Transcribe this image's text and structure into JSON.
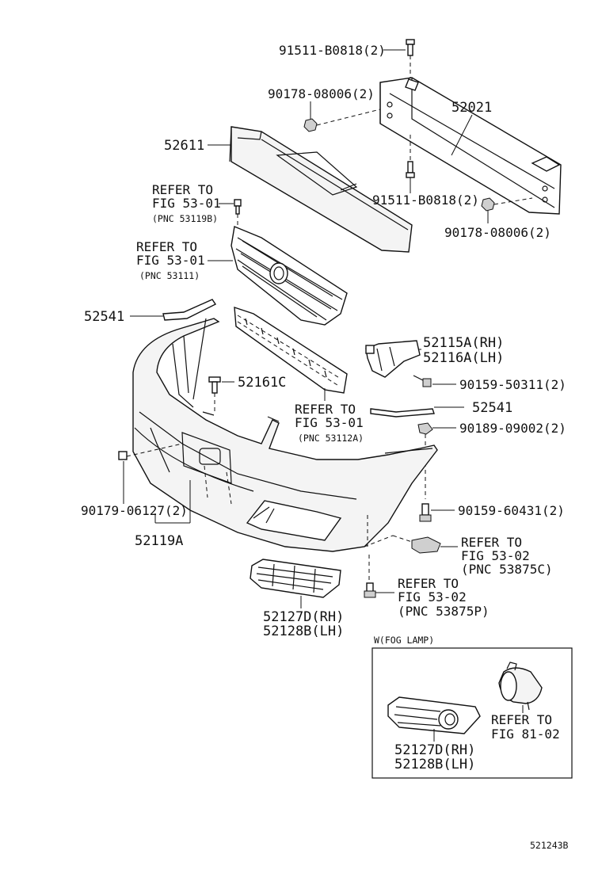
{
  "labels": {
    "bolt_top": "91511-B0818(2)",
    "nut_top": "90178-08006(2)",
    "reinforcement": "52021",
    "absorber": "52611",
    "refer_1_line1": "REFER TO",
    "refer_1_line2": "FIG 53-01",
    "refer_1_pnc": "(PNC 53119B)",
    "refer_2_line1": "REFER TO",
    "refer_2_line2": "FIG 53-01",
    "refer_2_pnc": "(PNC 53111)",
    "bolt_mid": "91511-B0818(2)",
    "nut_mid": "90178-08006(2)",
    "molding_left": "52541",
    "bracket_rh": "52115A(RH)",
    "bracket_lh": "52116A(LH)",
    "clip_center": "52161C",
    "screw_bracket": "90159-50311(2)",
    "refer_3_line1": "REFER TO",
    "refer_3_line2": "FIG 53-01",
    "refer_3_pnc": "(PNC 53112A)",
    "molding_right": "52541",
    "clip_right": "90189-09002(2)",
    "nut_left": "90179-06127(2)",
    "bumper_cover": "52119A",
    "screw_lower": "90159-60431(2)",
    "refer_4_line1": "REFER TO",
    "refer_4_line2": "FIG 53-02",
    "refer_4_pnc": "(PNC 53875C)",
    "refer_5_line1": "REFER TO",
    "refer_5_line2": "FIG 53-02",
    "refer_5_pnc": "(PNC 53875P)",
    "cover_rh": "52127D(RH)",
    "cover_lh": "52128B(LH)",
    "inset_title": "W(FOG LAMP)",
    "inset_refer_line1": "REFER TO",
    "inset_refer_line2": "FIG 81-02",
    "inset_cover_rh": "52127D(RH)",
    "inset_cover_lh": "52128B(LH)",
    "figure_code": "521243B"
  }
}
